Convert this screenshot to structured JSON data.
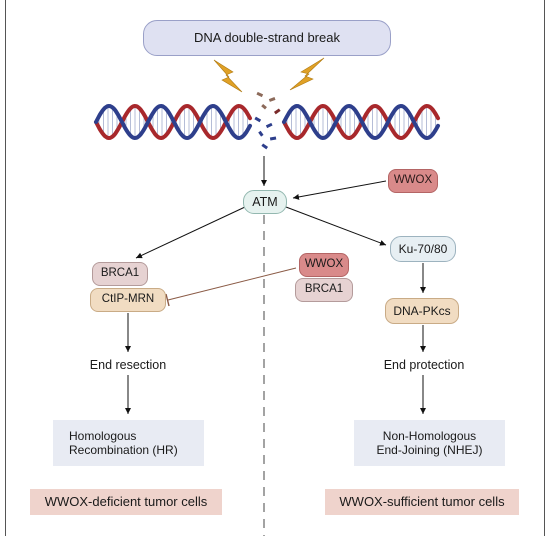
{
  "title": "DNA double-strand break",
  "nodes": {
    "atm": "ATM",
    "wwox_inhibitor": "WWOX",
    "ku": "Ku-70/80",
    "wwox_complex": "WWOX",
    "brca1_complex": "BRCA1",
    "brca1_hr": "BRCA1",
    "ctip_mrn": "CtIP-MRN",
    "dna_pkcs": "DNA-PKcs"
  },
  "steps": {
    "end_resection": "End resection",
    "end_protection": "End protection"
  },
  "outcomes": {
    "hr_line1": "Homologous",
    "hr_line2": "Recombination (HR)",
    "nhej_line1": "Non-Homologous",
    "nhej_line2": "End-Joining (NHEJ)"
  },
  "panels": {
    "left": "WWOX-deficient tumor cells",
    "right": "WWOX-sufficient tumor cells"
  },
  "colors": {
    "title_fill": "#dfe1f2",
    "wwox_fill": "#d98a8a",
    "brca1_fill": "#e6d2d2",
    "ctip_fill": "#f1dcc2",
    "outcome_fill": "#e8ebf3",
    "panel_fill": "#efd3cc",
    "dna_blue": "#2e3f8c",
    "dna_red": "#a8282c",
    "lightning": "#e0a126",
    "inhibit_line": "#8a5a45"
  }
}
